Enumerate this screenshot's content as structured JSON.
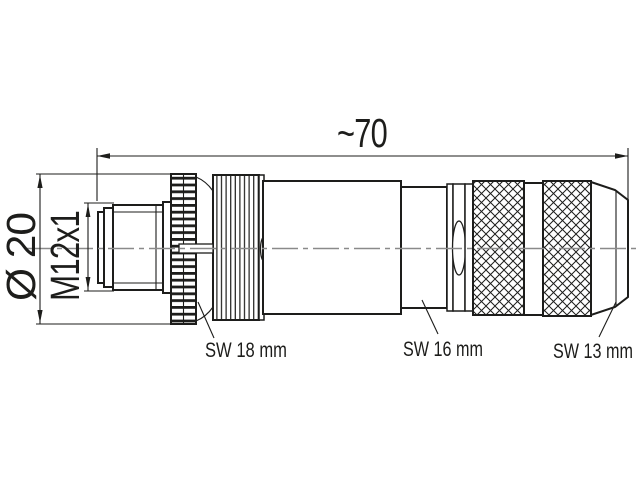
{
  "drawing": {
    "kind": "technical-dimension-drawing",
    "dimension_labels": {
      "length": "~70",
      "diameter": "Ø 20",
      "thread": "M12x1"
    },
    "callouts": [
      {
        "label": "SW 18 mm"
      },
      {
        "label": "SW 16 mm"
      },
      {
        "label": "SW 13 mm"
      }
    ]
  },
  "colors": {
    "line": "#1d1d1b",
    "centerline": "#8a8a8a",
    "background": "#ffffff"
  }
}
